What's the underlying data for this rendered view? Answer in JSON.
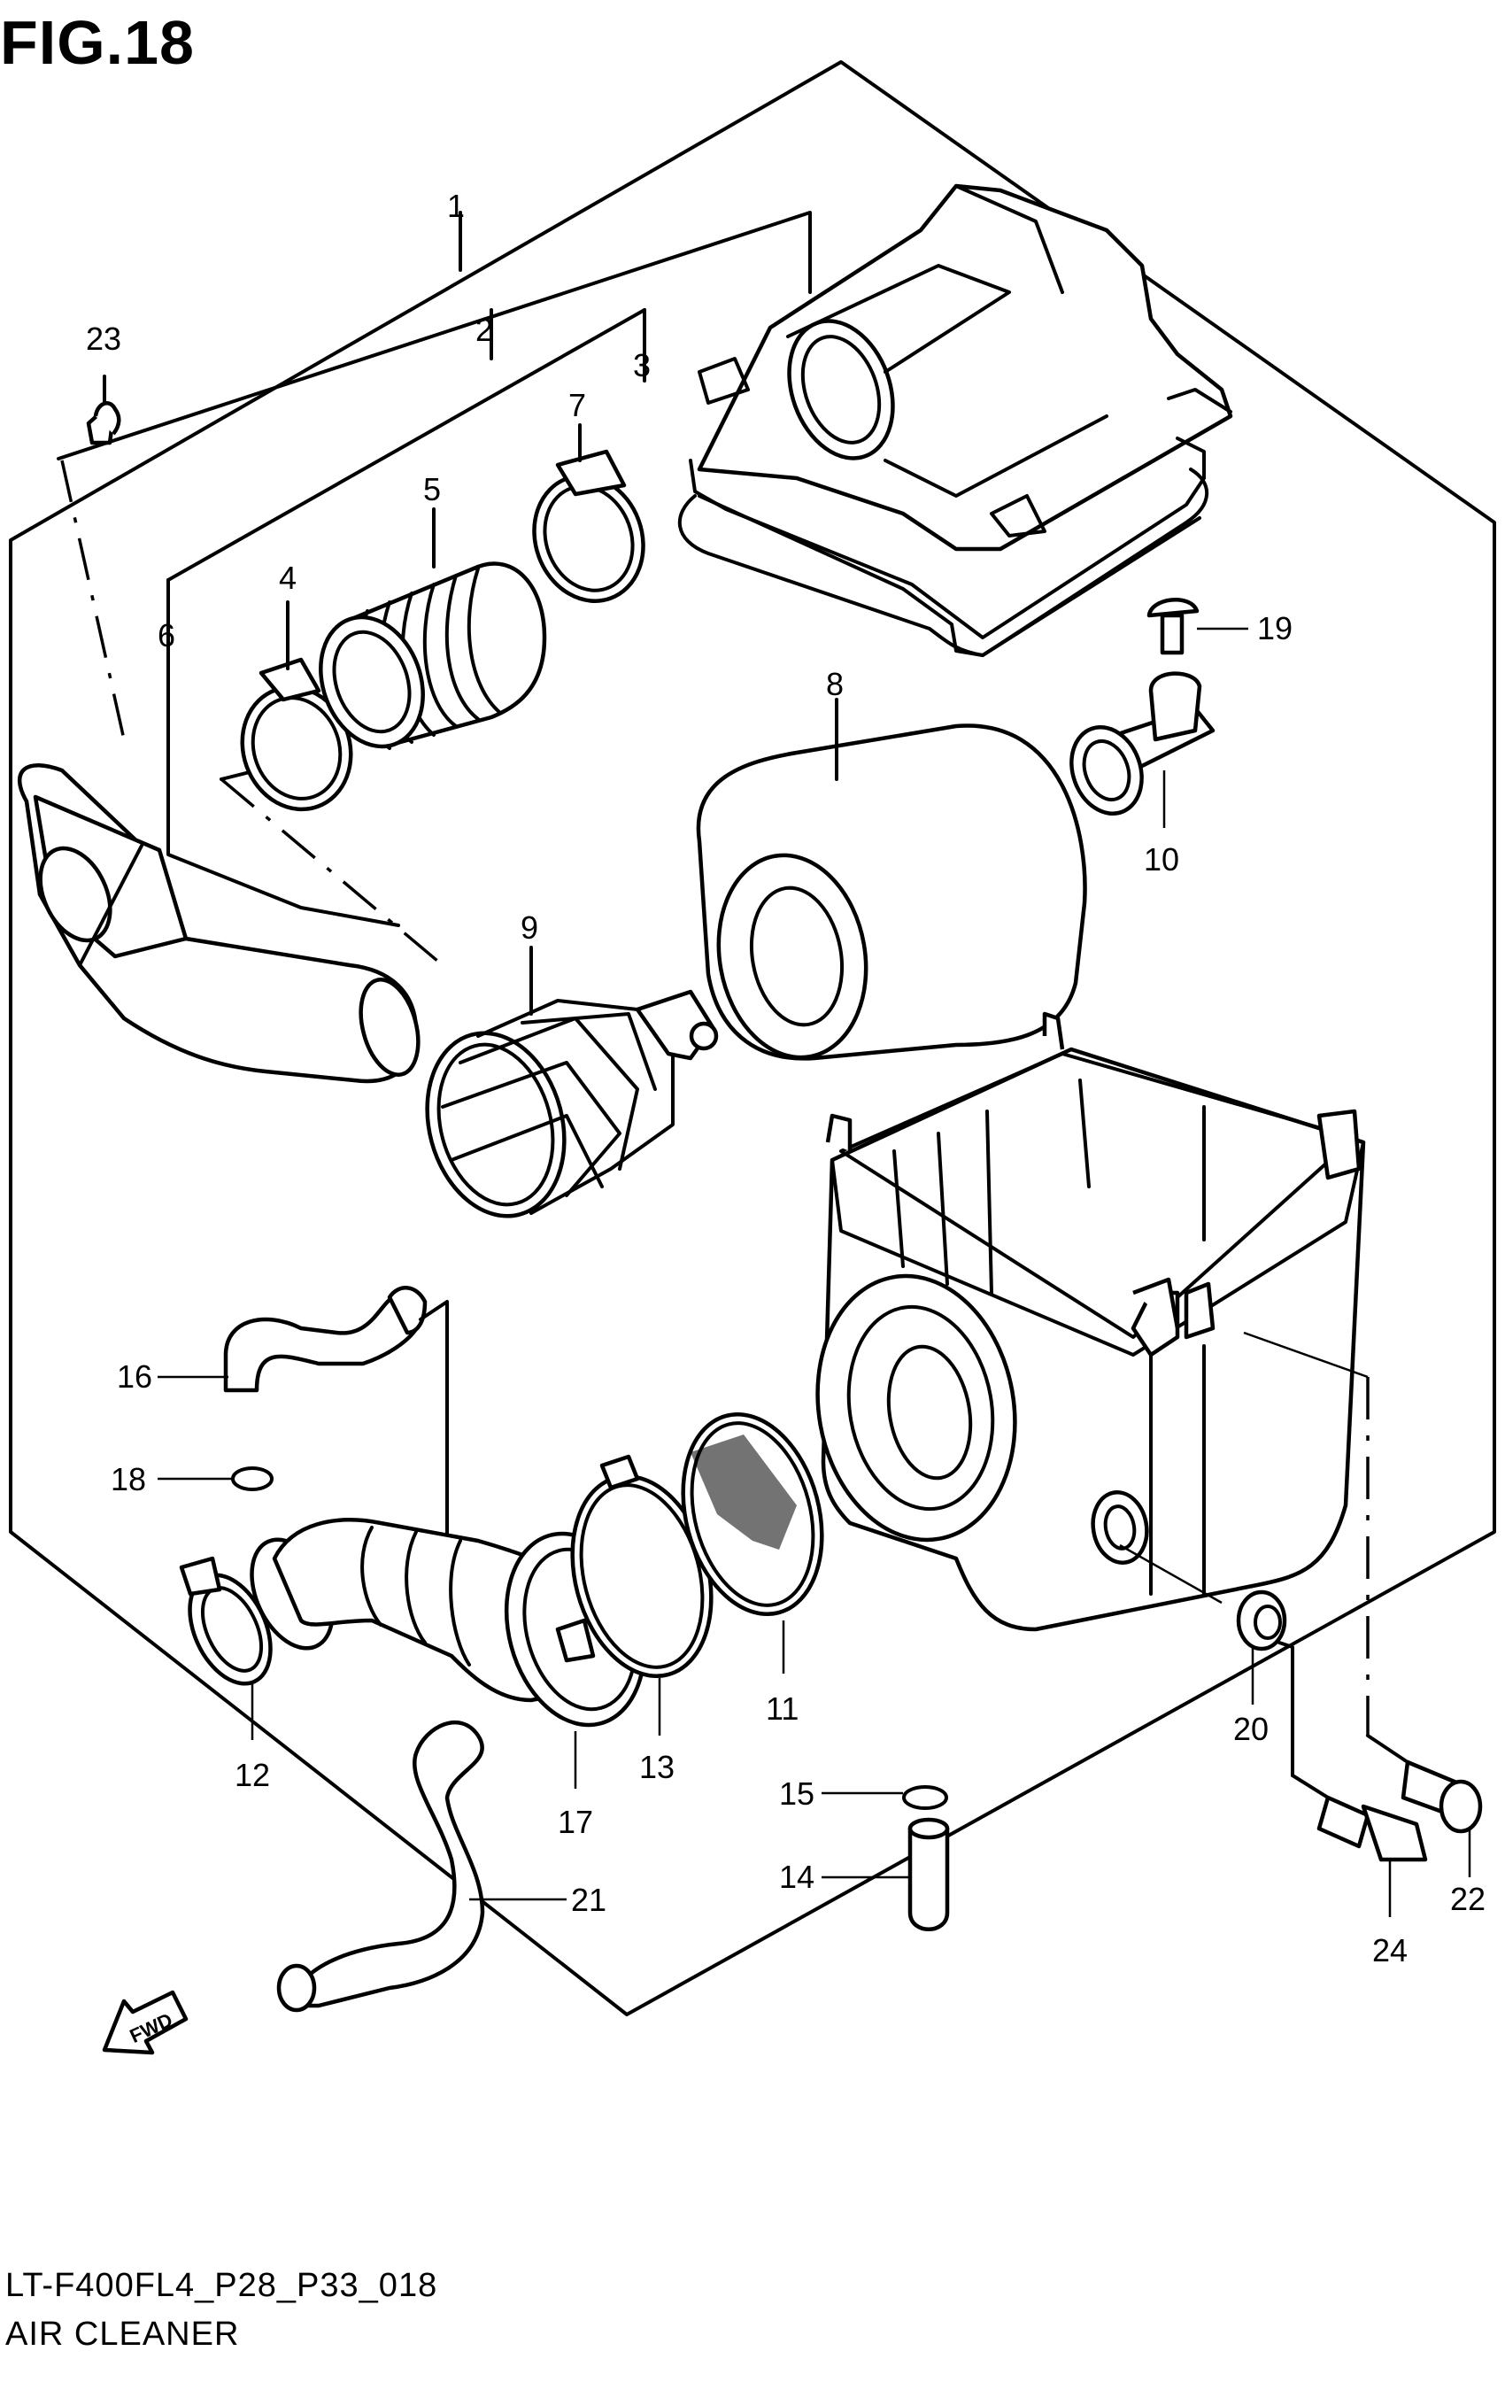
{
  "figure": {
    "title": "FIG.18",
    "code": "LT-F400FL4_P28_P33_018",
    "name": "AIR CLEANER",
    "fwd_label": "FWD"
  },
  "callouts": [
    {
      "id": "1",
      "text": "1"
    },
    {
      "id": "2",
      "text": "2"
    },
    {
      "id": "3",
      "text": "3"
    },
    {
      "id": "4",
      "text": "4"
    },
    {
      "id": "5",
      "text": "5"
    },
    {
      "id": "6",
      "text": "6"
    },
    {
      "id": "7",
      "text": "7"
    },
    {
      "id": "8",
      "text": "8"
    },
    {
      "id": "9",
      "text": "9"
    },
    {
      "id": "10",
      "text": "10"
    },
    {
      "id": "11",
      "text": "11"
    },
    {
      "id": "12",
      "text": "12"
    },
    {
      "id": "13",
      "text": "13"
    },
    {
      "id": "14",
      "text": "14"
    },
    {
      "id": "15",
      "text": "15"
    },
    {
      "id": "16",
      "text": "16"
    },
    {
      "id": "17",
      "text": "17"
    },
    {
      "id": "18",
      "text": "18"
    },
    {
      "id": "19",
      "text": "19"
    },
    {
      "id": "20",
      "text": "20"
    },
    {
      "id": "21",
      "text": "21"
    },
    {
      "id": "22",
      "text": "22"
    },
    {
      "id": "23",
      "text": "23"
    },
    {
      "id": "24",
      "text": "24"
    }
  ]
}
